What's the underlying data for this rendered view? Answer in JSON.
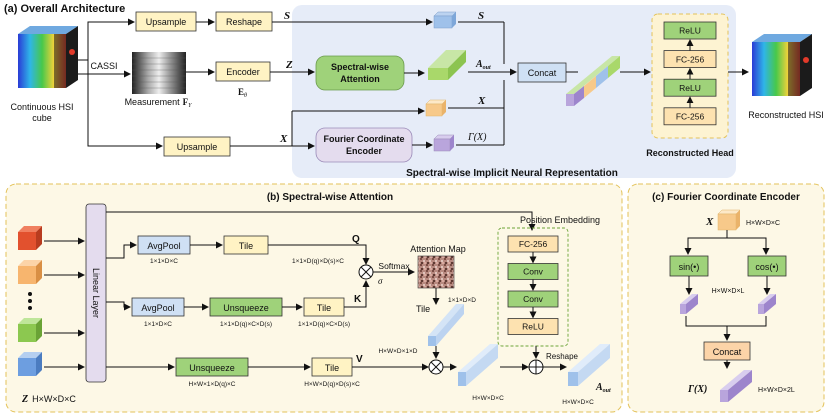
{
  "colors": {
    "inr_bg": "#e6ecf8",
    "panel_bg": "#fdf8e6",
    "panel_border": "#e3c25a",
    "box_yellow": "#fff3c4",
    "box_green": "#9fd27a",
    "box_blue": "#cfe0f4",
    "box_orange": "#fce2b8",
    "box_lilac": "#e4dcee",
    "cube_blue": "#9fc1ea",
    "cube_green": "#a9d86a",
    "cube_orange": "#f7c98a",
    "cube_purple": "#b9a5dc"
  },
  "overall": {
    "title": "(a) Overall Architecture",
    "upsample_top": "Upsample",
    "reshape": "Reshape",
    "s_label": "S",
    "s_label2": "S",
    "cassi": "CASSI",
    "measurement": "Measurement",
    "measurement_sym": "F",
    "measurement_sub": "Y",
    "encoder": "Encoder",
    "encoder_sym": "E",
    "encoder_sub": "θ",
    "z_label": "Z",
    "spectral_attention_line1": "Spectral-wise",
    "spectral_attention_line2": "Attention",
    "a_out": "A",
    "a_out_sub": "out",
    "x_label_mid": "X",
    "x_label_low": "X",
    "gamma_x": "Γ(X)",
    "concat": "Concat",
    "upsample_bottom": "Upsample",
    "fourier_line1": "Fourier Coordinate",
    "fourier_line2": "Encoder",
    "input_caption_line1": "Continuous HSI",
    "input_caption_line2": "cube",
    "output_caption": "Reconstructed HSI",
    "head_layers": [
      "ReLU",
      "FC-256",
      "ReLU",
      "FC-256"
    ],
    "head_caption": "Reconstructed Head",
    "inr_caption": "Spectral-wise Implicit Neural Representation"
  },
  "attention": {
    "title": "(b) Spectral-wise Attention",
    "linear_layer": "Linear  Layer",
    "avgpool_1": "AvgPool",
    "avgpool_1_dim": "1×1×D×C",
    "tile_1": "Tile",
    "tile_1_dim": "1×1×D(q)×D(s)×C",
    "q_label": "Q",
    "avgpool_2": "AvgPool",
    "avgpool_2_dim": "1×1×D×C",
    "unsqueeze_1": "Unsqueeze",
    "unsqueeze_1_dim": "1×1×D(q)×C×D(s)",
    "tile_2": "Tile",
    "tile_2_dim": "1×1×D(q)×C×D(s)",
    "k_label": "K",
    "softmax": "Softmax",
    "sigma": "σ",
    "attention_map": "Attention Map",
    "attention_map_dim": "1×1×D×D",
    "tile_3": "Tile",
    "tile_3_dim": "H×W×D×1×D",
    "unsqueeze_2": "Unsqueeze",
    "unsqueeze_2_dim": "H×W×1×D(q)×C",
    "tile_4": "Tile",
    "tile_4_dim": "H×W×D(q)×D(s)×C",
    "v_label": "V",
    "z_label": "Z",
    "z_dim": "H×W×D×C",
    "mid_dim": "H×W×D×C",
    "out_dim": "H×W×D×C",
    "reshape": "Reshape",
    "a_out": "A",
    "a_out_sub": "out",
    "pos_title": "Position  Embedding",
    "pos_layers": [
      "FC-256",
      "Conv",
      "Conv",
      "ReLU"
    ]
  },
  "fourier": {
    "title": "(c) Fourier Coordinate Encoder",
    "x_label": "X",
    "x_dim": "H×W×D×C",
    "sin": "sin(•)",
    "cos": "cos(•)",
    "mid_dim": "H×W×D×L",
    "concat": "Concat",
    "gamma": "Γ(X)",
    "out_dim": "H×W×D×2L"
  }
}
